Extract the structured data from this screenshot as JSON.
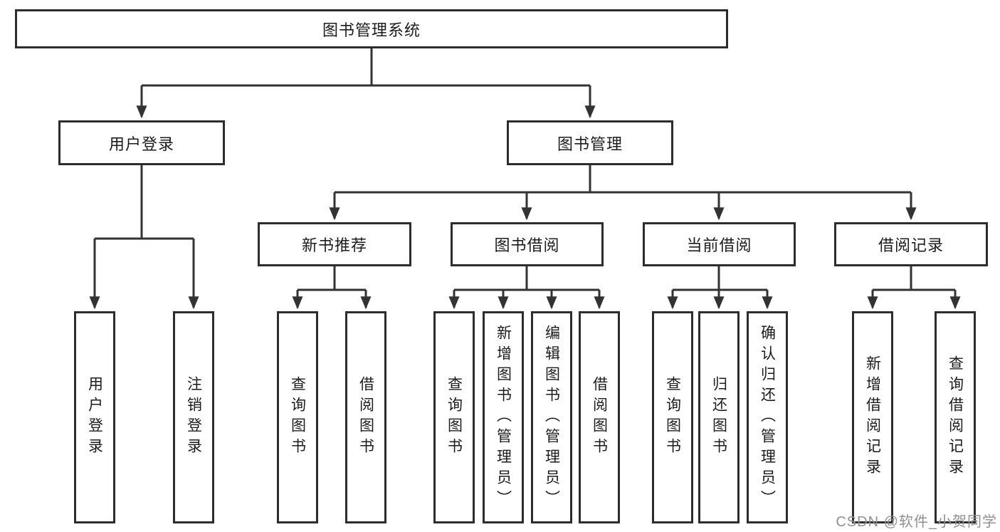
{
  "diagram_title": "图书管理系统",
  "nodes": {
    "root": "图书管理系统",
    "level2": {
      "user_login": "用户登录",
      "book_mgmt": "图书管理"
    },
    "level3": {
      "new_books": "新书推荐",
      "book_borrow": "图书借阅",
      "current_borrow": "当前借阅",
      "borrow_records": "借阅记录"
    },
    "leaves": {
      "user_login": "用户登录",
      "logout": "注销登录",
      "nb_query": "查询图书",
      "nb_borrow": "借阅图书",
      "bb_query": "查询图书",
      "bb_add": "新增图书（管理员）",
      "bb_edit": "编辑图书（管理员）",
      "bb_borrow": "借阅图书",
      "cb_query": "查询图书",
      "cb_return": "归还图书",
      "cb_confirm": "确认归还（管理员）",
      "br_add": "新增借阅记录",
      "br_query": "查询借阅记录"
    }
  },
  "watermark": "CSDN @软件_小贺同学",
  "colors": {
    "line": "#333333",
    "border": "#2d2d2d",
    "text": "#1c1c1c",
    "watermark": "#8f8f96",
    "box_fill": "#ffffff"
  }
}
